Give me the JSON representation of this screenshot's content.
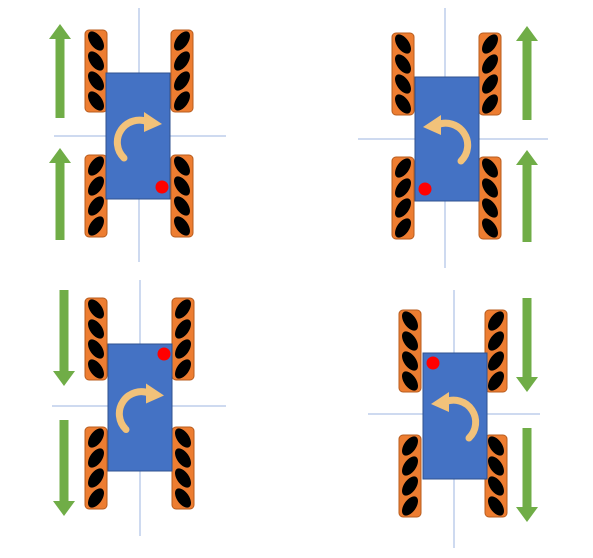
{
  "colors": {
    "background": "#ffffff",
    "axis_line": "#9db4e0",
    "body_fill": "#4472c4",
    "body_stroke": "#2f528f",
    "wheel_fill": "#ed7d31",
    "wheel_stroke": "#b85d1f",
    "roller": "#000000",
    "arrow": "#70ad47",
    "rotation_arrow": "#f2c27a",
    "marker": "#ff0000"
  },
  "diagrams": [
    {
      "id": "top-left",
      "rotation": "clockwise",
      "side_arrows": "up",
      "arrow_side": "left",
      "marker": "bottom-right"
    },
    {
      "id": "top-right",
      "rotation": "counterclockwise",
      "side_arrows": "up",
      "arrow_side": "right",
      "marker": "bottom-left"
    },
    {
      "id": "bottom-left",
      "rotation": "clockwise",
      "side_arrows": "down",
      "arrow_side": "left",
      "marker": "top-right"
    },
    {
      "id": "bottom-right",
      "rotation": "counterclockwise",
      "side_arrows": "down",
      "arrow_side": "right",
      "marker": "top-left"
    }
  ],
  "icons": {
    "direction_arrow": "green-arrow-icon",
    "rotation_arrow": "curved-arrow-icon",
    "marker": "red-dot-icon"
  }
}
